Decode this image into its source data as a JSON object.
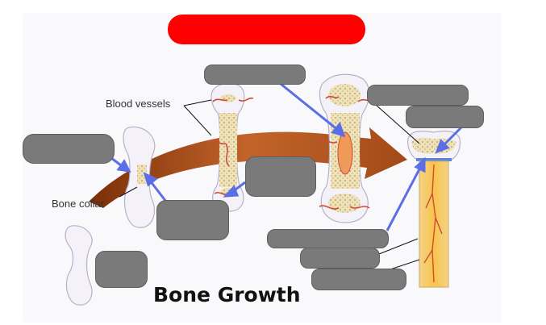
{
  "diagram": {
    "title": "Bone Growth",
    "labels": {
      "blood_vessels": "Blood vessels",
      "bone_collar": "Bone collar"
    },
    "colors": {
      "banner": "#ff0000",
      "arrow": "#5a6ee6",
      "hidden_label": "#7a7a7a",
      "growth_arrow": "#b0561f",
      "cartilage": "#f4f1f8",
      "spongy_bone": "#f0e2b0",
      "marrow": "#f7c35a",
      "vessel": "#d04a3a"
    },
    "hidden_label_count": 10
  }
}
